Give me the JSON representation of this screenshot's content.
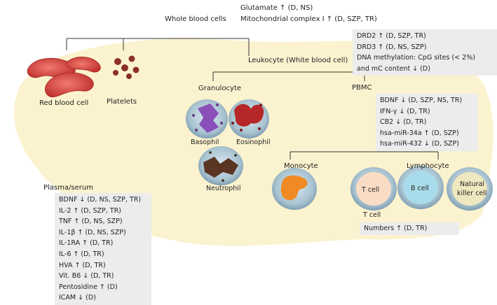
{
  "header": {
    "whole_blood_cells": "Whole blood cells",
    "whole_blood_markers": [
      "Glutamate ↑ (D, NS)",
      "Mitochondrial complex I ↑ (D, SZP, TR)"
    ]
  },
  "cells": {
    "red_blood_cell": "Red blood cell",
    "platelets": "Platelets",
    "leukocyte": "Leukocyte (White blood cell)",
    "granulocyte": "Granulocyte",
    "pbmc": "PBMC",
    "basophil": "Basophil",
    "eosinophil": "Eosinophil",
    "neutrophil": "Neutrophil",
    "monocyte": "Monocyte",
    "lymphocyte": "Lymphocyte",
    "t_cell_inner": "T cell",
    "t_cell_below": "T cell",
    "b_cell": "B cell",
    "nk_cell_line1": "Natural",
    "nk_cell_line2": "killer cell"
  },
  "leukocyte_markers": [
    "DRD2 ↑ (D, SZP, TR)",
    "DRD3 ↑ (D, NS, SZP)",
    "DNA methylation: CpG sites (< 2%)",
    "and mC content ↓ (D)"
  ],
  "pbmc_markers": [
    "BDNF ↓ (D, SZP, NS, TR)",
    "IFN-γ ↓ (D, TR)",
    "CB2 ↓ (D, TR)",
    "hsa-miR-34a ↑ (D, SZP)",
    "hsa-miR-432 ↓ (D, SZP)"
  ],
  "plasma": {
    "title": "Plasma/serum",
    "markers": [
      "BDNF ↓ (D, NS, SZP, TR)",
      "IL-2 ↑ (D, SZP, TR)",
      "TNF ↑ (D, NS, SZP)",
      "IL-1β ↑ (D, NS, SZP)",
      "IL-1RA ↑ (D, TR)",
      "IL-6 ↑ (D, TR)",
      "HVA ↑ (D, TR)",
      "Vit. B6 ↓ (D, TR)",
      "Pentosidine ↑ (D)",
      "ICAM ↓ (D)"
    ]
  },
  "tcell_numbers": "Numbers ↑ (D, TR)",
  "colors": {
    "background_blob": "#fbf3cf",
    "marker_box": "#ececec",
    "red_cell": "#d8413c",
    "platelet": "#8b2f28",
    "cell_ring": "#9cb8c8",
    "basophil_nucleus": "#8a4fb8",
    "eosinophil_nucleus": "#b62728",
    "neutrophil_nucleus": "#5a3524",
    "monocyte_nucleus": "#f08a24",
    "t_cell_nucleus": "#fadcc4",
    "b_cell_nucleus": "#a9dcea",
    "nk_cell_nucleus": "#efe7bf"
  }
}
